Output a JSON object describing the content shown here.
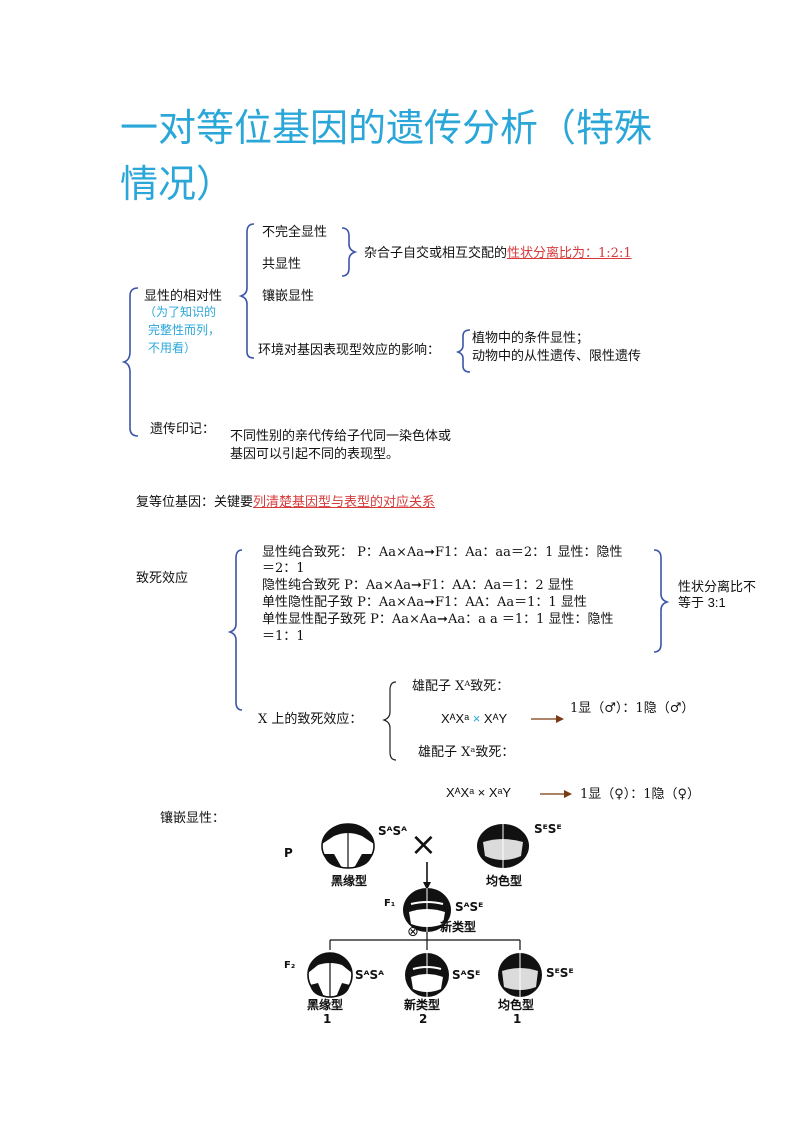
{
  "title": "一对等位基因的遗传分析（特殊情况）",
  "relativity": {
    "head": "显性的相对性",
    "note1": "（为了知识的",
    "note2": "完整性而列，",
    "note3": "不用看）",
    "items": [
      "不完全显性",
      "共显性",
      "镶嵌显性"
    ],
    "cross_prefix": "杂合子自交或相互交配的",
    "cross_ratio": "性状分离比为：1:2:1",
    "env": "环境对基因表现型效应的影响：",
    "env_a": "植物中的条件显性；",
    "env_b": "动物中的从性遗传、限性遗传",
    "imprint_head": "遗传印记：",
    "imprint_1": "不同性别的亲代传给子代同一染色体或",
    "imprint_2": "基因可以引起不同的表现型。"
  },
  "multiple_alleles": {
    "prefix": "复等位基因：关键要",
    "emph": "列清楚基因型与表型的对应关系"
  },
  "lethal": {
    "head": "致死效应",
    "l1": "显性纯合致死：   P：Aa×Aa➞F1：Aa：aa＝2：1 显性：隐性",
    "l2": "＝2：1",
    "l3": "隐性纯合致死     P：Aa×Aa➞F1：AA：Aa＝1：2     显性",
    "l4": "单性隐性配子致   P：Aa×Aa➞F1：AA：Aa＝1：1     显性",
    "l5": "单性显性配子致死 P：Aa×Aa➞Aa：a a ＝1：1     显性：隐性",
    "l6": "＝1：1",
    "ratio_1": "性状分离比不",
    "ratio_2": "等于 3:1",
    "x_head": "X 上的致死效应：",
    "x_a_label": "雄配子 Xᴬ致死：",
    "x_a_cross_1": "XᴬXᵃ",
    "x_a_cross_sym": "×",
    "x_a_cross_2": "XᴬY",
    "x_a_result": "1显（♂）：1隐（♂）",
    "x_b_label": "雄配子 Xᵃ致死：",
    "x_b_cross": "XᴬXᵃ × XᵃY",
    "x_b_result": "1显（♀）：1隐（♀）"
  },
  "mosaic": {
    "head": "镶嵌显性：",
    "p_label": "P",
    "f1_label": "F₁",
    "f2_label": "F₂",
    "cross_mark": "×",
    "self_mark": "⊗",
    "p1_genotype": "SᴬSᴬ",
    "p1_name": "黑缘型",
    "p2_genotype": "SᴱSᴱ",
    "p2_name": "均色型",
    "f1_genotype": "SᴬSᴱ",
    "f1_name": "新类型",
    "f2": [
      {
        "genotype": "SᴬSᴬ",
        "name": "黑缘型",
        "count": "1"
      },
      {
        "genotype": "SᴬSᴱ",
        "name": "新类型",
        "count": "2"
      },
      {
        "genotype": "SᴱSᴱ",
        "name": "均色型",
        "count": "1"
      }
    ]
  }
}
